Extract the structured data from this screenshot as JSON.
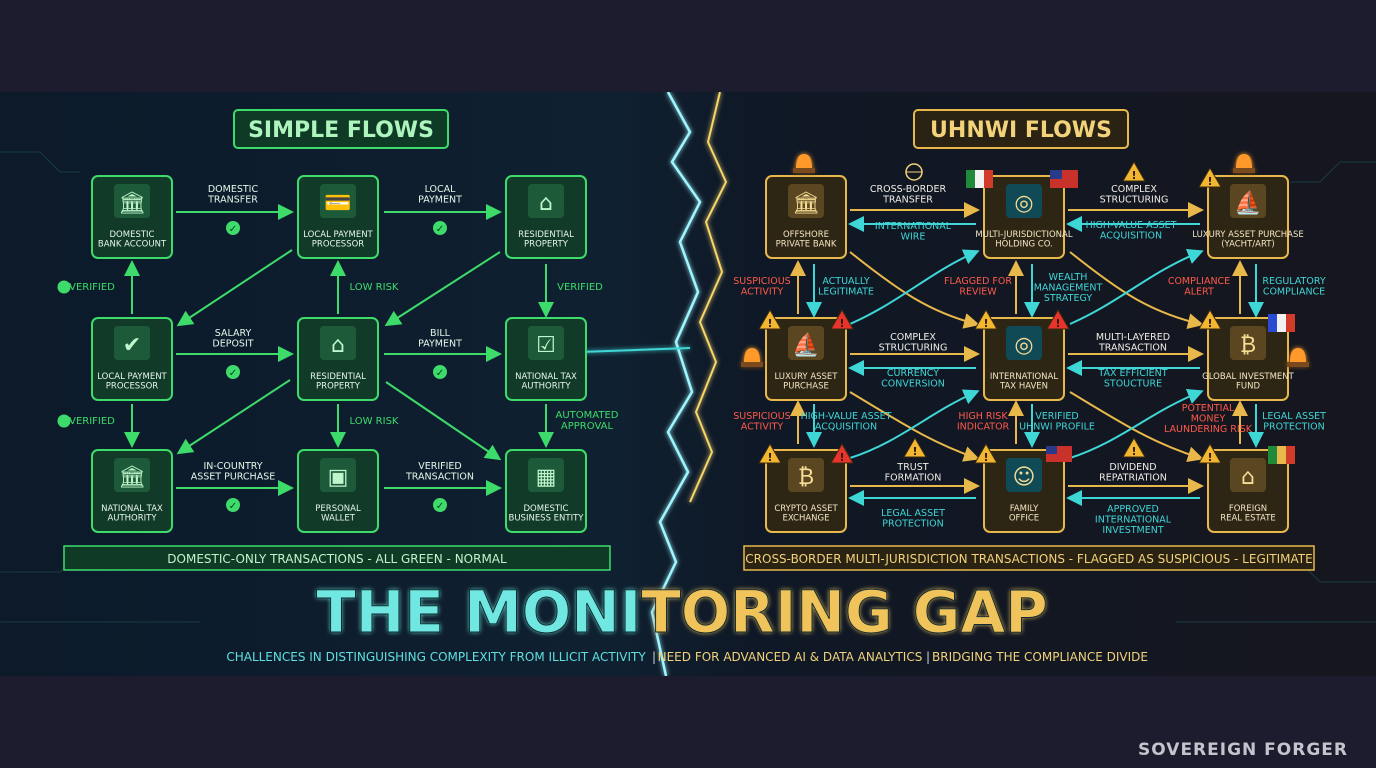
{
  "left": {
    "title": "SIMPLE FLOWS",
    "nodes": [
      {
        "id": "n1",
        "label": [
          "DOMESTIC",
          "BANK ACCOUNT"
        ],
        "icon": "bank-icon"
      },
      {
        "id": "n2",
        "label": [
          "LOCAL PAYMENT",
          "PROCESSOR"
        ],
        "icon": "payment-card-icon"
      },
      {
        "id": "n3",
        "label": [
          "RESIDENTIAL",
          "PROPERTY"
        ],
        "icon": "house-icon"
      },
      {
        "id": "n4",
        "label": [
          "LOCAL PAYMENT",
          "PROCESSOR"
        ],
        "icon": "document-check-icon"
      },
      {
        "id": "n5",
        "label": [
          "RESIDENTIAL",
          "PROPERTY"
        ],
        "icon": "house-icon"
      },
      {
        "id": "n6",
        "label": [
          "NATIONAL TAX",
          "AUTHORITY"
        ],
        "icon": "clipboard-check-icon"
      },
      {
        "id": "n7",
        "label": [
          "NATIONAL TAX",
          "AUTHORITY"
        ],
        "icon": "bank-icon"
      },
      {
        "id": "n8",
        "label": [
          "PERSONAL",
          "WALLET"
        ],
        "icon": "wallet-icon"
      },
      {
        "id": "n9",
        "label": [
          "DOMESTIC",
          "BUSINESS ENTITY"
        ],
        "icon": "building-icon"
      }
    ],
    "flow_labels": [
      [
        "DOMESTIC",
        "TRANSFER"
      ],
      [
        "LOCAL",
        "PAYMENT"
      ],
      [
        "SALARY",
        "DEPOSIT"
      ],
      [
        "BILL",
        "PAYMENT"
      ],
      [
        "IN-COUNTRY",
        "ASSET PURCHASE"
      ],
      [
        "VERIFIED",
        "TRANSACTION"
      ],
      [
        "VERIFIED"
      ],
      [
        "VERIFIED"
      ],
      [
        "VERIFIED"
      ],
      [
        "LOW RISK"
      ],
      [
        "LOW RISK"
      ],
      [
        "AUTOMATED",
        "APPROVAL"
      ]
    ],
    "footer": "DOMESTIC-ONLY TRANSACTIONS - ALL GREEN - NORMAL"
  },
  "right": {
    "title": "UHNWI FLOWS",
    "nodes": [
      {
        "id": "m1",
        "label": [
          "OFFSHORE",
          "PRIVATE BANK"
        ],
        "icon": "bank-icon"
      },
      {
        "id": "m2",
        "label": [
          "MULTI-JURISDICTIONAL",
          "HOLDING CO."
        ],
        "icon": "globe-icon"
      },
      {
        "id": "m3",
        "label": [
          "LUXURY ASSET PURCHASE",
          "(YACHT/ART)"
        ],
        "icon": "yacht-icon"
      },
      {
        "id": "m4",
        "label": [
          "LUXURY ASSET",
          "PURCHASE"
        ],
        "icon": "yacht-icon"
      },
      {
        "id": "m5",
        "label": [
          "INTERNATIONAL",
          "TAX HAVEN"
        ],
        "icon": "globe-icon"
      },
      {
        "id": "m6",
        "label": [
          "GLOBAL INVESTMENT",
          "FUND"
        ],
        "icon": "bitcoin-icon"
      },
      {
        "id": "m7",
        "label": [
          "CRYPTO ASSET",
          "EXCHANGE"
        ],
        "icon": "bitcoin-icon"
      },
      {
        "id": "m8",
        "label": [
          "FAMILY",
          "OFFICE"
        ],
        "icon": "people-icon"
      },
      {
        "id": "m9",
        "label": [
          "FOREIGN",
          "REAL ESTATE"
        ],
        "icon": "house-icon"
      }
    ],
    "flow_labels": [
      {
        "t": [
          "CROSS-BORDER",
          "TRANSFER"
        ],
        "c": "white"
      },
      {
        "t": [
          "COMPLEX",
          "STRUCTURING"
        ],
        "c": "white"
      },
      {
        "t": [
          "INTERNATIONAL",
          "WIRE"
        ],
        "c": "teal"
      },
      {
        "t": [
          "HIGH-VALUE ASSET",
          "ACQUISITION"
        ],
        "c": "teal"
      },
      {
        "t": [
          "SUSPICIOUS",
          "ACTIVITY"
        ],
        "c": "red"
      },
      {
        "t": [
          "ACTUALLY",
          "LEGITIMATE"
        ],
        "c": "teal"
      },
      {
        "t": [
          "FLAGGED FOR",
          "REVIEW"
        ],
        "c": "red"
      },
      {
        "t": [
          "WEALTH",
          "MANAGEMENT",
          "STRATEGY"
        ],
        "c": "teal"
      },
      {
        "t": [
          "COMPLIANCE",
          "ALERT"
        ],
        "c": "red"
      },
      {
        "t": [
          "REGULATORY",
          "COMPLIANCE"
        ],
        "c": "teal"
      },
      {
        "t": [
          "COMPLEX",
          "STRUCTURING"
        ],
        "c": "white"
      },
      {
        "t": [
          "MULTI-LAYERED",
          "TRANSACTION"
        ],
        "c": "white"
      },
      {
        "t": [
          "CURRENCY",
          "CONVERSION"
        ],
        "c": "teal"
      },
      {
        "t": [
          "TAX EFFICIENT",
          "STOUCTURE"
        ],
        "c": "teal"
      },
      {
        "t": [
          "SUSPICIOUS",
          "ACTIVITY"
        ],
        "c": "red"
      },
      {
        "t": [
          "HIGH-VALUE ASSET",
          "ACQUISITION"
        ],
        "c": "teal"
      },
      {
        "t": [
          "HIGH RISK",
          "INDICATOR"
        ],
        "c": "red"
      },
      {
        "t": [
          "VERIFIED",
          "UHNWI PROFILE"
        ],
        "c": "teal"
      },
      {
        "t": [
          "POTENTIAL",
          "MONEY",
          "LAUNDERING RISK"
        ],
        "c": "red"
      },
      {
        "t": [
          "LEGAL ASSET",
          "PROTECTION"
        ],
        "c": "teal"
      },
      {
        "t": [
          "TRUST",
          "FORMATION"
        ],
        "c": "white"
      },
      {
        "t": [
          "DIVIDEND",
          "REPATRIATION"
        ],
        "c": "white"
      },
      {
        "t": [
          "LEGAL ASSET",
          "PROTECTION"
        ],
        "c": "teal"
      },
      {
        "t": [
          "APPROVED",
          "INTERNATIONAL",
          "INVESTMENT"
        ],
        "c": "teal"
      }
    ],
    "footer": "CROSS-BORDER MULTI-JURISDICTION TRANSACTIONS - FLAGGED AS SUSPICIOUS - LEGITIMATE"
  },
  "headline": {
    "part1": "THE MONI",
    "part2": "TORING GAP"
  },
  "subheads": [
    "CHALLENCES IN DISTINGUISHING COMPLEXITY FROM ILLICIT ACTIVITY",
    "NEED FOR ADVANCED AI & DATA ANALYTICS",
    "BRIDGING THE COMPLIANCE DIVIDE"
  ],
  "watermark": "SOVEREIGN FORGER",
  "colors": {
    "green": "#3ddc6a",
    "gold": "#e8b84a",
    "teal": "#3fd6d6",
    "red": "#ff4a3a",
    "bg": "#1c1c2e"
  }
}
